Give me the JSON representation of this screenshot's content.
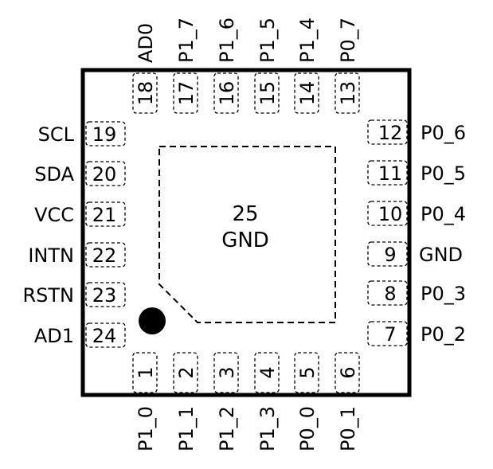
{
  "package": {
    "center_pad_number": "25",
    "center_pad_label": "GND",
    "colors": {
      "outline": "#000000",
      "background": "#ffffff"
    }
  },
  "pins": {
    "left": [
      {
        "number": "19",
        "label": "SCL"
      },
      {
        "number": "20",
        "label": "SDA"
      },
      {
        "number": "21",
        "label": "VCC"
      },
      {
        "number": "22",
        "label": "INTN"
      },
      {
        "number": "23",
        "label": "RSTN"
      },
      {
        "number": "24",
        "label": "AD1"
      }
    ],
    "right": [
      {
        "number": "12",
        "label": "P0_6"
      },
      {
        "number": "11",
        "label": "P0_5"
      },
      {
        "number": "10",
        "label": "P0_4"
      },
      {
        "number": "9",
        "label": "GND"
      },
      {
        "number": "8",
        "label": "P0_3"
      },
      {
        "number": "7",
        "label": "P0_2"
      }
    ],
    "top": [
      {
        "number": "18",
        "label": "AD0"
      },
      {
        "number": "17",
        "label": "P1_7"
      },
      {
        "number": "16",
        "label": "P1_6"
      },
      {
        "number": "15",
        "label": "P1_5"
      },
      {
        "number": "14",
        "label": "P1_4"
      },
      {
        "number": "13",
        "label": "P0_7"
      }
    ],
    "bottom": [
      {
        "number": "1",
        "label": "P1_0"
      },
      {
        "number": "2",
        "label": "P1_1"
      },
      {
        "number": "3",
        "label": "P1_2"
      },
      {
        "number": "4",
        "label": "P1_3"
      },
      {
        "number": "5",
        "label": "P0_0"
      },
      {
        "number": "6",
        "label": "P0_1"
      }
    ]
  }
}
